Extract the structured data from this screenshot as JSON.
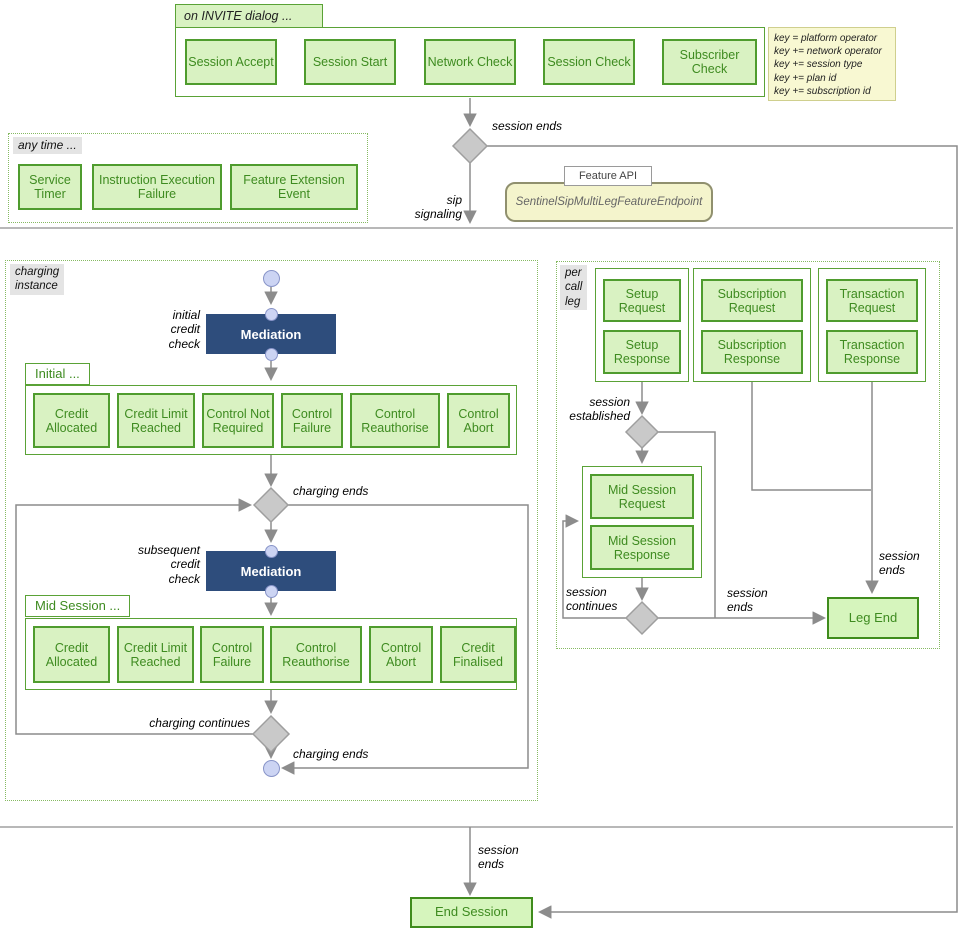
{
  "colors": {
    "green_fill": "#d9f2c2",
    "green_border": "#4f9c2e",
    "green_text": "#3e8b20",
    "mediation_blue": "#2e4d7c",
    "note_yellow": "#f8f8d2",
    "endpoint_yellow": "#f4f4cc",
    "line_gray": "#8c8c8c",
    "diamond_gray": "#c9c9c9",
    "pin_lavender": "#ccd4f3"
  },
  "invite_dialog": {
    "title": "on INVITE dialog ...",
    "steps": [
      "Session Accept",
      "Session Start",
      "Network Check",
      "Session Check",
      "Subscriber Check"
    ]
  },
  "key_note": {
    "lines": [
      "key = platform operator",
      "key += network operator",
      "key += session type",
      "key += plan id",
      "key += subscription id"
    ]
  },
  "any_time": {
    "title": "any time ...",
    "events": [
      "Service Timer",
      "Instruction Execution Failure",
      "Feature Extension Event"
    ]
  },
  "feature_api": {
    "title": "Feature API",
    "endpoint": "SentinelSipMultiLegFeatureEndpoint"
  },
  "flow_labels": {
    "session_ends_top": "session ends",
    "sip_signaling": [
      "sip",
      "signaling"
    ],
    "session_ends_bottom": [
      "session",
      "ends"
    ]
  },
  "charging_instance": {
    "title": [
      "charging",
      "instance"
    ],
    "initial_check": [
      "initial",
      "credit",
      "check"
    ],
    "subsequent_check": [
      "subsequent",
      "credit",
      "check"
    ],
    "mediation": "Mediation",
    "initial_title": "Initial ...",
    "initial_events": [
      "Credit Allocated",
      "Credit Limit Reached",
      "Control Not Required",
      "Control Failure",
      "Control Reauthorise",
      "Control Abort"
    ],
    "mid_title": "Mid Session ...",
    "mid_events": [
      "Credit Allocated",
      "Credit Limit Reached",
      "Control Failure",
      "Control Reauthorise",
      "Control Abort",
      "Credit Finalised"
    ],
    "charging_ends_top": "charging ends",
    "charging_continues": "charging continues",
    "charging_ends_bottom": "charging ends"
  },
  "per_call_leg": {
    "title": [
      "per",
      "call",
      "leg"
    ],
    "groups": [
      [
        "Setup Request",
        "Setup Response"
      ],
      [
        "Subscription Request",
        "Subscription Response"
      ],
      [
        "Transaction Request",
        "Transaction Response"
      ]
    ],
    "mid_group": [
      "Mid Session Request",
      "Mid Session Response"
    ],
    "session_established": [
      "session",
      "established"
    ],
    "session_continues": [
      "session",
      "continues"
    ],
    "session_ends_mid": [
      "session",
      "ends"
    ],
    "session_ends_leg": [
      "session",
      "ends"
    ],
    "leg_end": "Leg End"
  },
  "end_session": "End Session"
}
